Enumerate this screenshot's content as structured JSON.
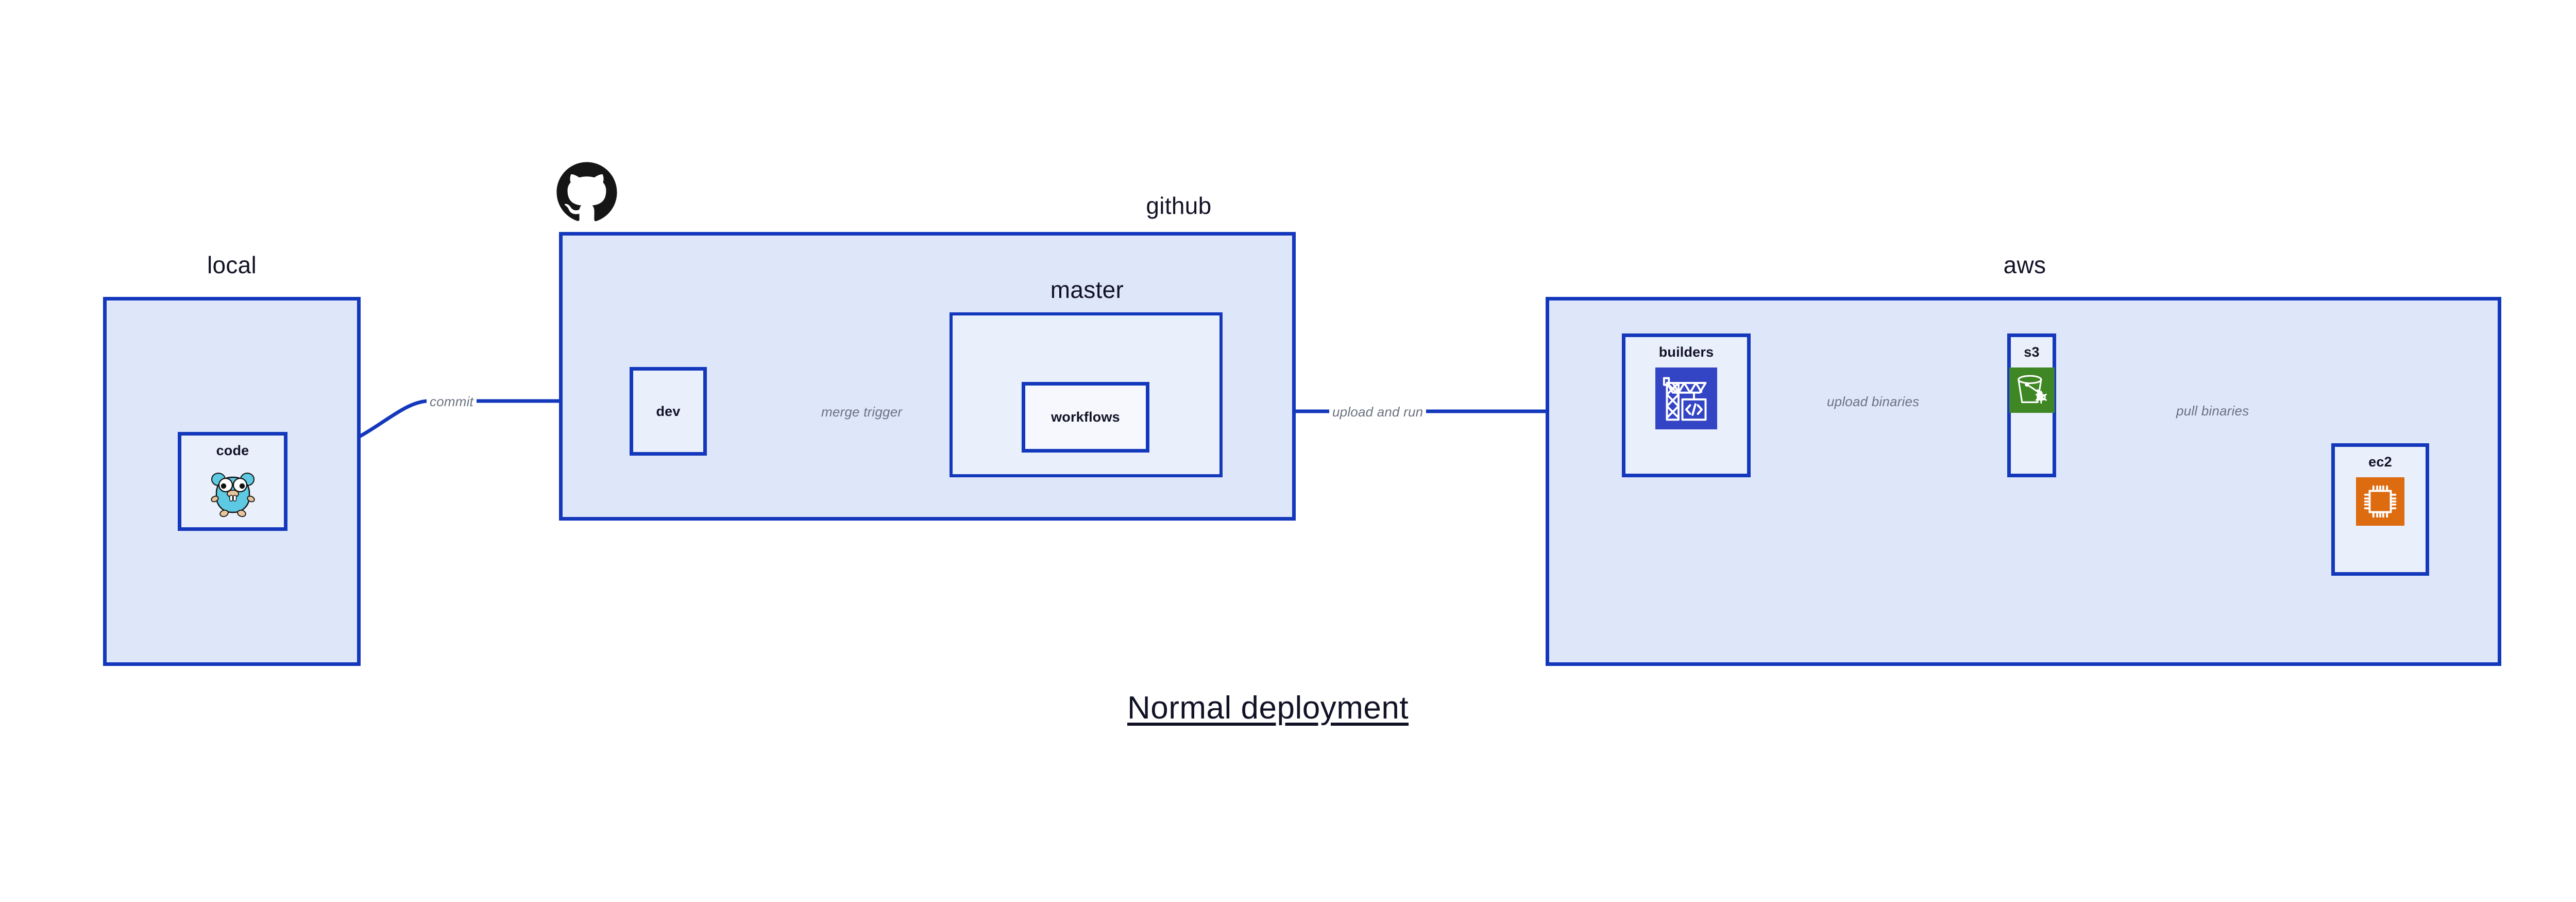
{
  "diagram": {
    "title": "Normal deployment",
    "colors": {
      "group_border": "#1338bc",
      "group_fill": "#dee6fa",
      "inner_group_fill": "#e9effb",
      "node_fill": "#e9effb",
      "node_fill_pale": "#f6f8fd",
      "edge_stroke": "#1338bc",
      "edge_label_text": "#6b7280",
      "title_text": "#121226",
      "gopher_body": "#5dc9e2",
      "builders_icon_bg": "#3344c4",
      "s3_icon_bg": "#3f8624",
      "ec2_icon_bg": "#dd6b10",
      "github_logo": "#151515"
    }
  },
  "groups": {
    "local": {
      "label": "local"
    },
    "github": {
      "label": "github"
    },
    "master": {
      "label": "master"
    },
    "aws": {
      "label": "aws"
    }
  },
  "nodes": {
    "code": {
      "label": "code",
      "icon": "go-gopher-icon"
    },
    "dev": {
      "label": "dev",
      "icon": "none"
    },
    "workflows": {
      "label": "workflows",
      "icon": "none"
    },
    "builders": {
      "label": "builders",
      "icon": "aws-builders-crane-icon"
    },
    "s3": {
      "label": "s3",
      "icon": "aws-s3-bucket-icon"
    },
    "ec2": {
      "label": "ec2",
      "icon": "aws-ec2-chip-icon"
    }
  },
  "edges": [
    {
      "id": "commit",
      "label": "commit",
      "from": "code",
      "to": "dev"
    },
    {
      "id": "merge-trigger",
      "label": "merge trigger",
      "from": "dev",
      "to": "workflows"
    },
    {
      "id": "upload-and-run",
      "label": "upload and run",
      "from": "workflows",
      "to": "builders"
    },
    {
      "id": "upload-binaries",
      "label": "upload binaries",
      "from": "builders",
      "to": "s3"
    },
    {
      "id": "pull-binaries",
      "label": "pull binaries",
      "from": "s3",
      "to": "ec2"
    }
  ],
  "logos": {
    "github": "github-octocat-logo"
  }
}
